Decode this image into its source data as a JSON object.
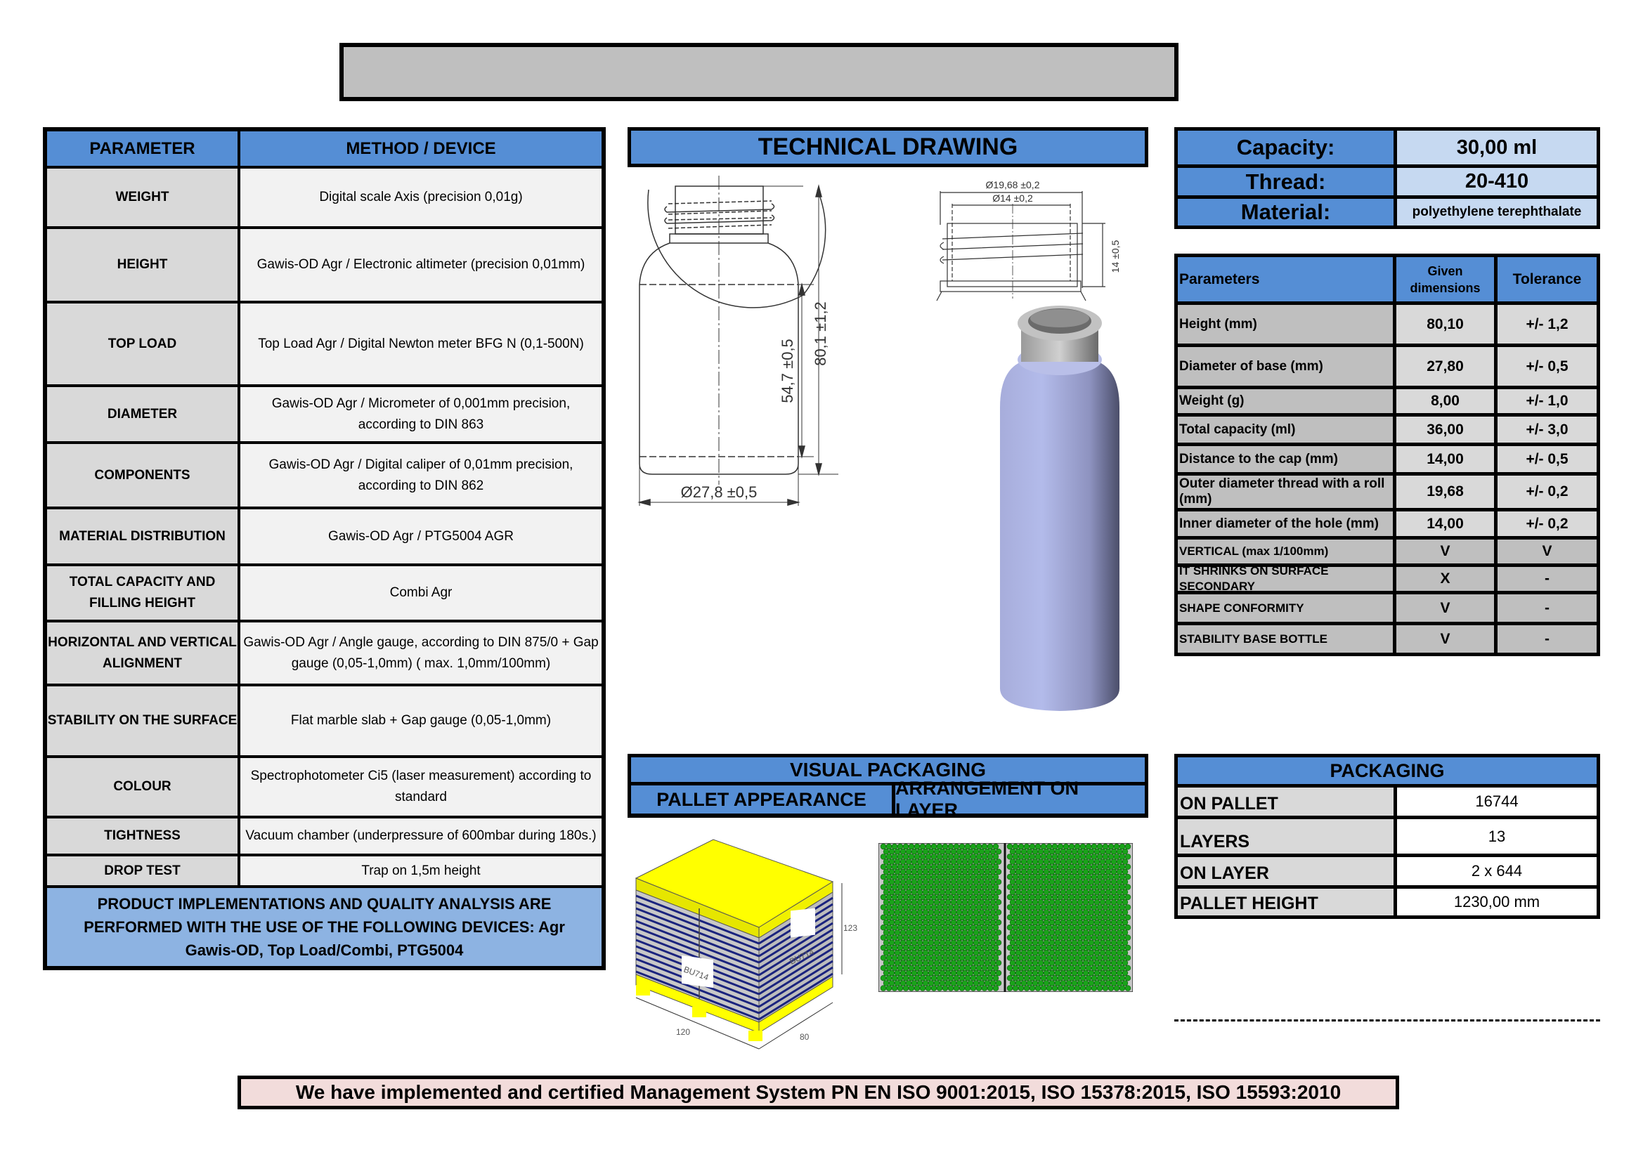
{
  "title_banner": "",
  "methods_table": {
    "headers": [
      "PARAMETER",
      "METHOD / DEVICE"
    ],
    "rows": [
      {
        "parameter": "WEIGHT",
        "method": "Digital scale Axis (precision 0,01g)"
      },
      {
        "parameter": "HEIGHT",
        "method": "Gawis-OD Agr / Electronic altimeter (precision 0,01mm)"
      },
      {
        "parameter": "TOP LOAD",
        "method": "Top Load Agr / Digital Newton meter BFG N (0,1-500N)"
      },
      {
        "parameter": "DIAMETER",
        "method": "Gawis-OD Agr / Micrometer of 0,001mm precision, according to DIN 863"
      },
      {
        "parameter": "COMPONENTS",
        "method": "Gawis-OD Agr / Digital caliper of 0,01mm precision, according to DIN 862"
      },
      {
        "parameter": "MATERIAL DISTRIBUTION",
        "method": "Gawis-OD Agr / PTG5004 AGR"
      },
      {
        "parameter": "TOTAL CAPACITY AND FILLING HEIGHT",
        "method": "Combi Agr"
      },
      {
        "parameter": "HORIZONTAL AND VERTICAL ALIGNMENT",
        "method": "Gawis-OD Agr / Angle gauge, according to DIN 875/0 + Gap gauge (0,05-1,0mm) ( max. 1,0mm/100mm)"
      },
      {
        "parameter": "STABILITY ON THE SURFACE",
        "method": "Flat marble slab + Gap gauge (0,05-1,0mm)"
      },
      {
        "parameter": "COLOUR",
        "method": "Spectrophotometer Ci5 (laser measurement) according to standard"
      },
      {
        "parameter": "TIGHTNESS",
        "method": "Vacuum chamber (underpressure of 600mbar during 180s.)"
      },
      {
        "parameter": "DROP TEST",
        "method": "Trap on 1,5m height"
      }
    ],
    "footer": "PRODUCT IMPLEMENTATIONS AND QUALITY ANALYSIS ARE PERFORMED WITH THE USE OF THE FOLLOWING DEVICES: Agr Gawis-OD, Top Load/Combi, PTG5004"
  },
  "technical_drawing": {
    "title": "TECHNICAL DRAWING",
    "dim_height_total": "80,1 ±1,2",
    "dim_height_body": "54,7 ±0,5",
    "dim_base_diameter": "Ø27,8 ±0,5",
    "dim_thread_outer": "Ø19,68 ±0,2",
    "dim_thread_inner": "Ø14 ±0,2",
    "dim_neck_height": "14 ±0,5"
  },
  "specs": {
    "rows": [
      {
        "label": "Capacity:",
        "value": "30,00 ml"
      },
      {
        "label": "Thread:",
        "value": "20-410"
      },
      {
        "label": "Material:",
        "value": "polyethylene terephthalate"
      }
    ]
  },
  "parameters_table": {
    "headers": [
      "Parameters",
      "Given dimensions",
      "Tolerance"
    ],
    "rows": [
      {
        "name": "Height (mm)",
        "given": "80,10",
        "tolerance": "+/- 1,2"
      },
      {
        "name": "Diameter of base (mm)",
        "given": "27,80",
        "tolerance": "+/- 0,5"
      },
      {
        "name": "Weight (g)",
        "given": "8,00",
        "tolerance": "+/- 1,0"
      },
      {
        "name": "Total capacity (ml)",
        "given": "36,00",
        "tolerance": "+/- 3,0"
      },
      {
        "name": "Distance to the cap (mm)",
        "given": "14,00",
        "tolerance": "+/- 0,5"
      },
      {
        "name": "Outer diameter thread with a roll (mm)",
        "given": "19,68",
        "tolerance": "+/- 0,2"
      },
      {
        "name": "Inner diameter of the hole (mm)",
        "given": "14,00",
        "tolerance": "+/- 0,2"
      },
      {
        "name": "VERTICAL (max 1/100mm)",
        "given": "V",
        "tolerance": "V"
      },
      {
        "name": "IT SHRINKS ON SURFACE SECONDARY",
        "given": "X",
        "tolerance": "-"
      },
      {
        "name": "SHAPE CONFORMITY",
        "given": "V",
        "tolerance": "-"
      },
      {
        "name": "STABILITY BASE BOTTLE",
        "given": "V",
        "tolerance": "-"
      }
    ]
  },
  "visual_packaging": {
    "title": "VISUAL PACKAGING",
    "tab_pallet": "PALLET APPEARANCE",
    "tab_layer": "ARRANGEMENT ON LAYER",
    "pallet_label": "BU714",
    "pallet_dim_length": "120",
    "pallet_dim_width": "80",
    "pallet_dim_height": "123"
  },
  "packaging": {
    "title": "PACKAGING",
    "rows": [
      {
        "label": "ON PALLET",
        "value": "16744"
      },
      {
        "label": "LAYERS",
        "value": "13"
      },
      {
        "label": "ON LAYER",
        "value": "2 x 644"
      },
      {
        "label": "PALLET HEIGHT",
        "value": "1230,00 mm"
      }
    ]
  },
  "certification": "We have implemented and certified Management System PN EN ISO 9001:2015, ISO 15378:2015, ISO 15593:2010",
  "colors": {
    "header_blue": "#558ed5",
    "light_blue": "#c6d9f1",
    "footer_blue": "#8db3e2",
    "cert_pink": "#f2dcdb",
    "layer_green": "#1aa31a",
    "pallet_yellow": "#ffff00"
  }
}
